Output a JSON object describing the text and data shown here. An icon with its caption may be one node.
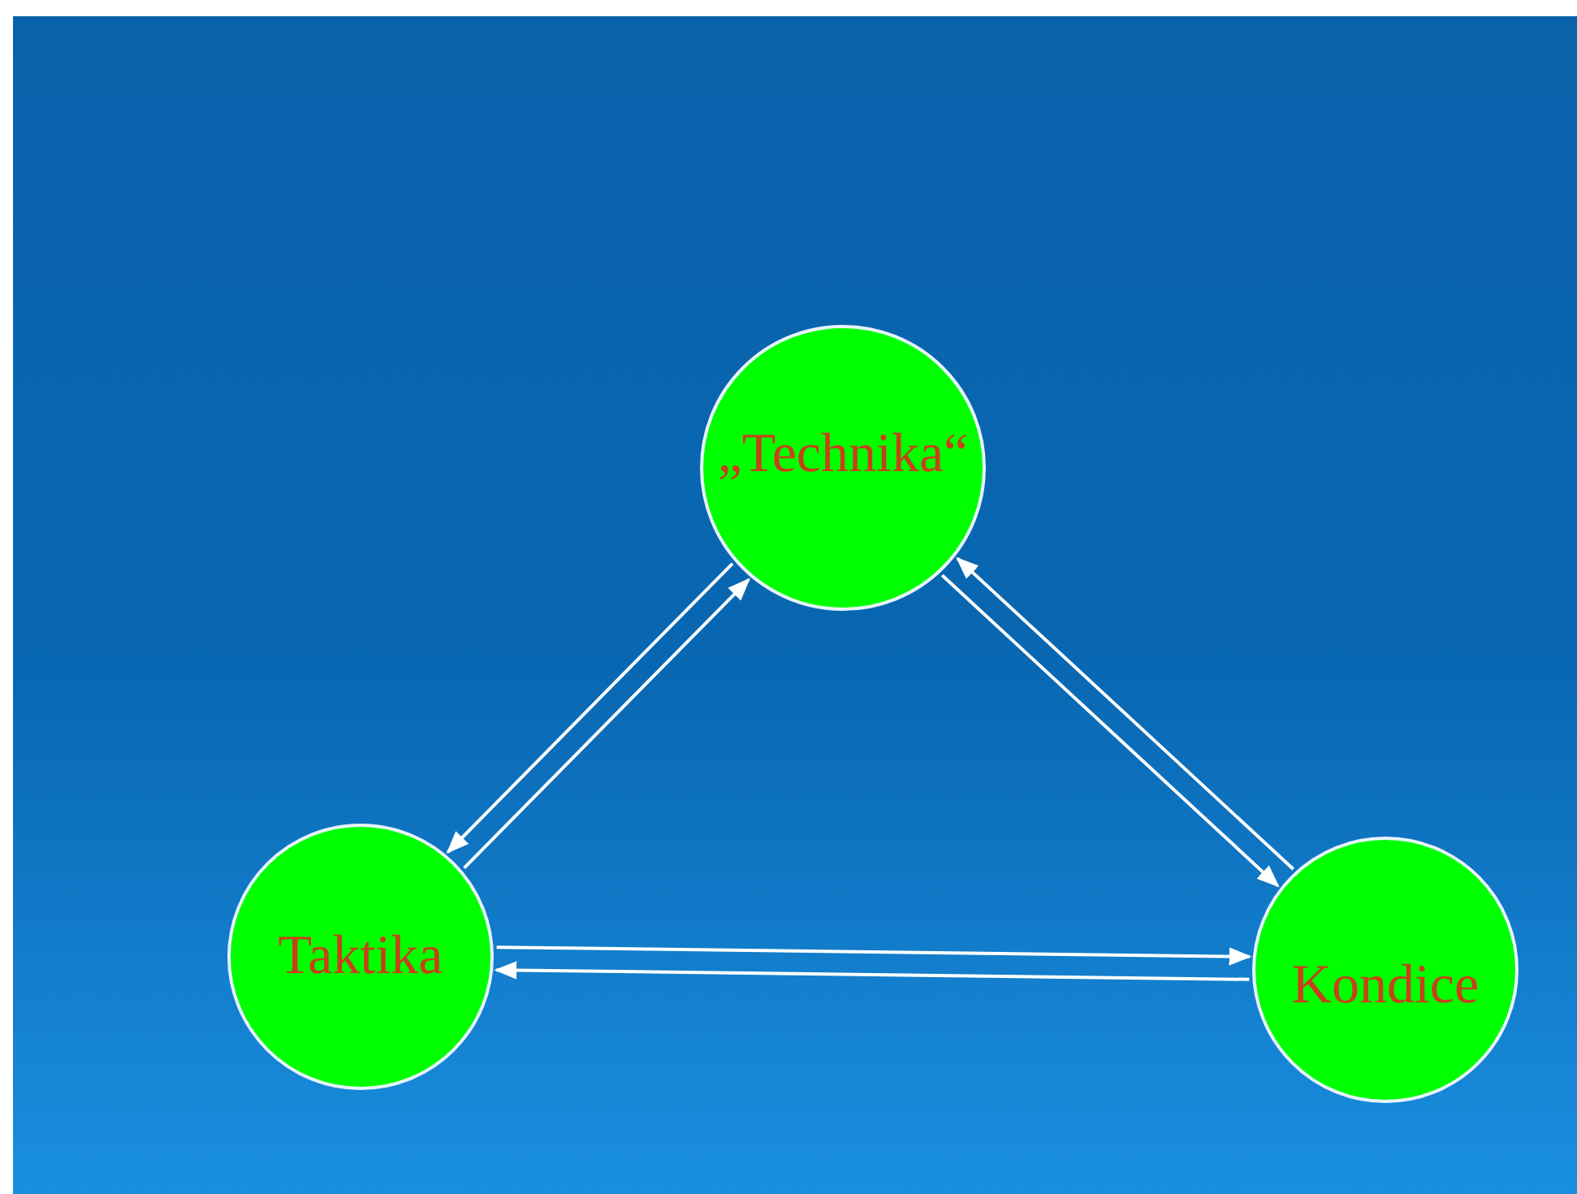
{
  "diagram": {
    "nodes": [
      {
        "text": [
          "„Technika“"
        ]
      },
      {
        "text": [
          "Taktika"
        ]
      },
      {
        "text": [
          "Kondice"
        ]
      }
    ],
    "edges": [
      {
        "from": 1,
        "to": 0,
        "arrow": "to"
      },
      {
        "from": 0,
        "to": 1,
        "arrow": "to"
      },
      {
        "from": 2,
        "to": 0,
        "arrow": "to"
      },
      {
        "from": 0,
        "to": 2,
        "arrow": "to"
      },
      {
        "from": 1,
        "to": 2,
        "arrow": "to"
      },
      {
        "from": 2,
        "to": 1,
        "arrow": "to"
      }
    ]
  }
}
